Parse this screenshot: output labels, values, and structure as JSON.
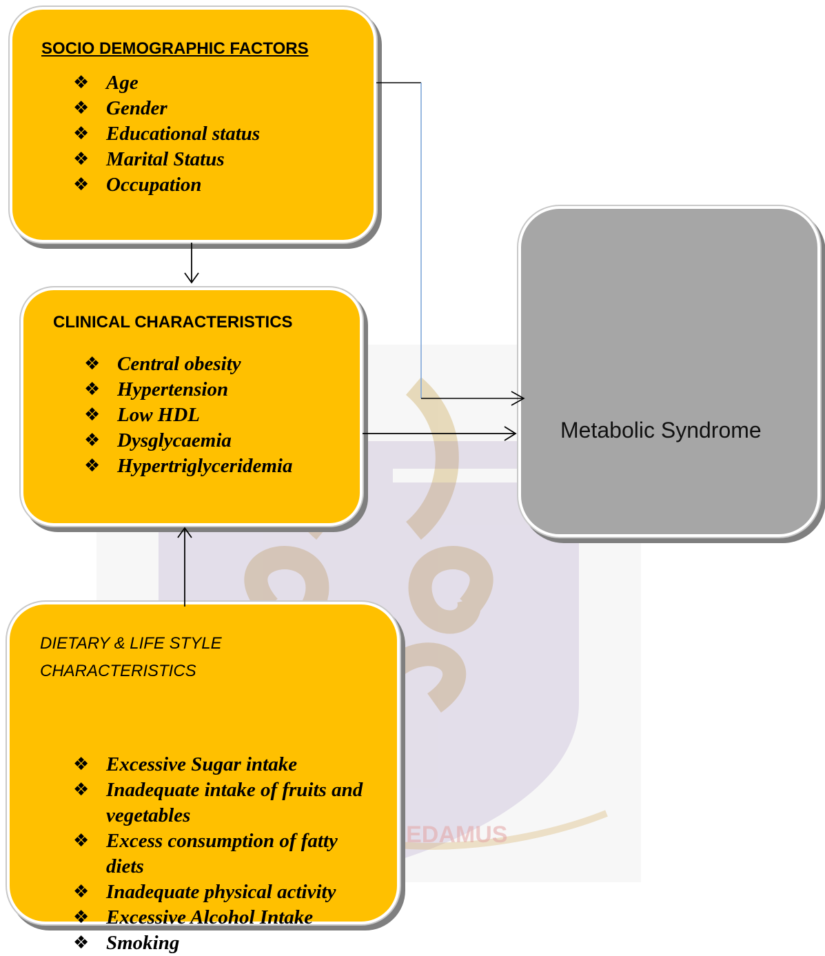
{
  "socio_demographic": {
    "title": "SOCIO DEMOGRAPHIC FACTORS",
    "items": [
      "Age",
      "Gender",
      "Educational status",
      "Marital Status",
      "Occupation"
    ]
  },
  "clinical": {
    "title": "CLINICAL CHARACTERISTICS",
    "items": [
      "Central obesity",
      "Hypertension",
      "Low HDL",
      "Dysglycaemia",
      "Hypertriglyceridemia"
    ]
  },
  "dietary": {
    "title": "DIETARY & LIFE STYLE CHARACTERISTICS",
    "items": [
      "Excessive Sugar intake",
      "Inadequate intake of fruits and vegetables",
      "Excess consumption of fatty diets",
      "Inadequate physical activity",
      "Excessive Alcohol Intake",
      "Smoking"
    ]
  },
  "outcome": {
    "label": "Metabolic Syndrome"
  },
  "bullet_glyph": "❖",
  "watermark": {
    "motto": "INTEGRI PROCEDAMUS"
  },
  "colors": {
    "box_fill": "#ffc000",
    "outcome_fill": "#a6a6a6",
    "shadow": "#7f7f7f",
    "connector_blue": "#7fa6d9"
  }
}
